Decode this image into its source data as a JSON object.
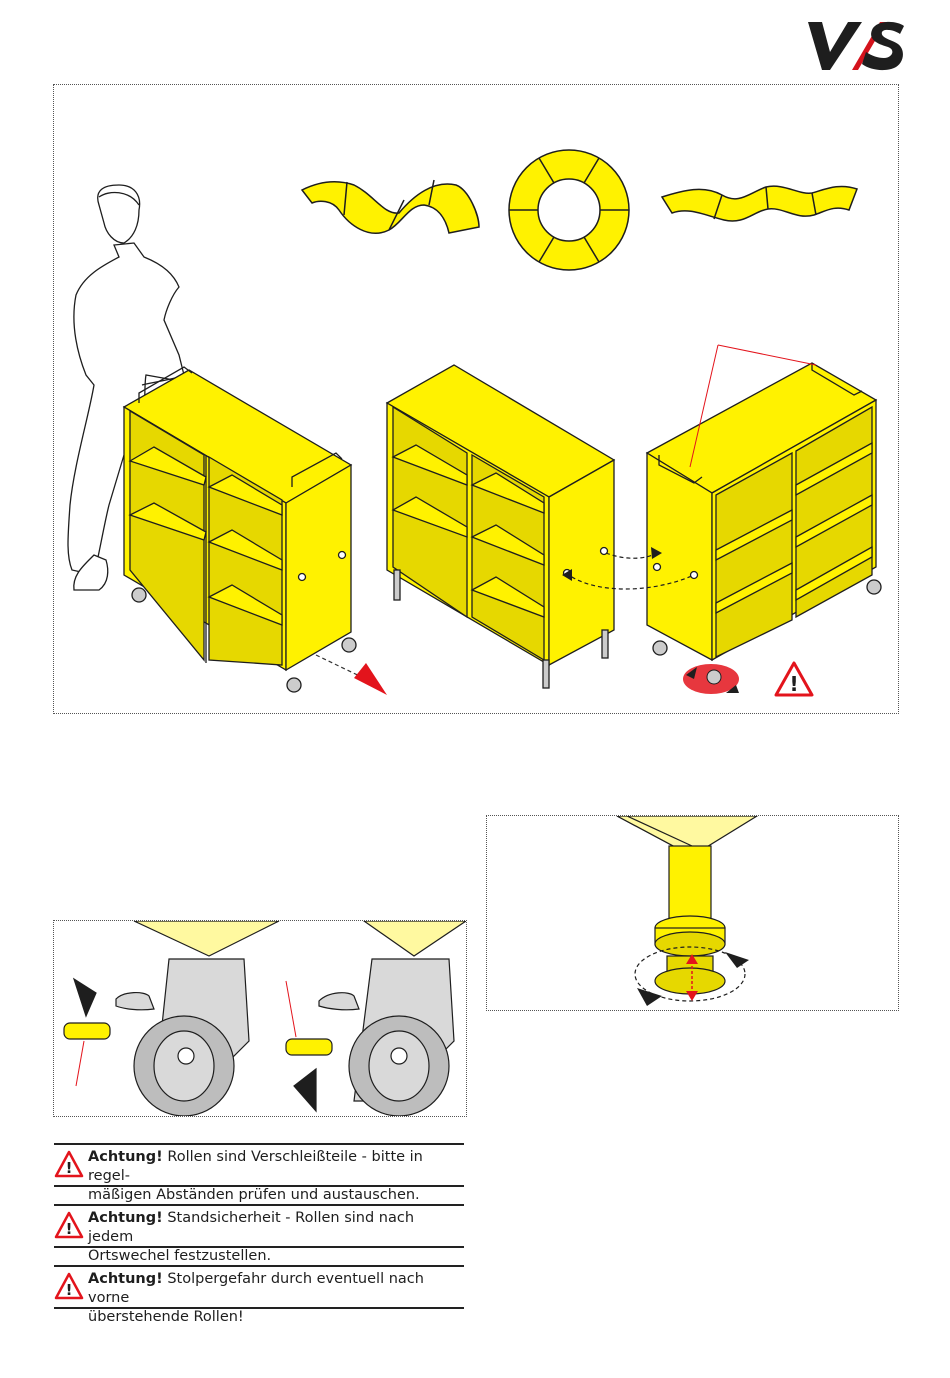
{
  "brand": {
    "logo_text": "VS",
    "accent_color": "#d4121c",
    "logo_color": "#1e1e1e"
  },
  "colors": {
    "furniture_yellow": "#fff200",
    "shelf_shadow": "#e6d800",
    "warning_red": "#e3141c"
  },
  "illustrations": {
    "main": "mobile shelves with person pushing, seating arrangements, coupling and caster lock",
    "foot": "height-adjustable foot",
    "casters": "caster brake lock and release"
  },
  "warnings": [
    {
      "label": "Achtung!",
      "line1": " Rollen sind Verschleißteile - bitte in regel-",
      "line2": "mäßigen Abständen prüfen und austauschen."
    },
    {
      "label": "Achtung!",
      "line1": " Standsicherheit - Rollen sind nach jedem",
      "line2": "Ortswechel festzustellen."
    },
    {
      "label": "Achtung!",
      "line1": " Stolpergefahr durch eventuell nach vorne",
      "line2": "überstehende Rollen!"
    }
  ]
}
